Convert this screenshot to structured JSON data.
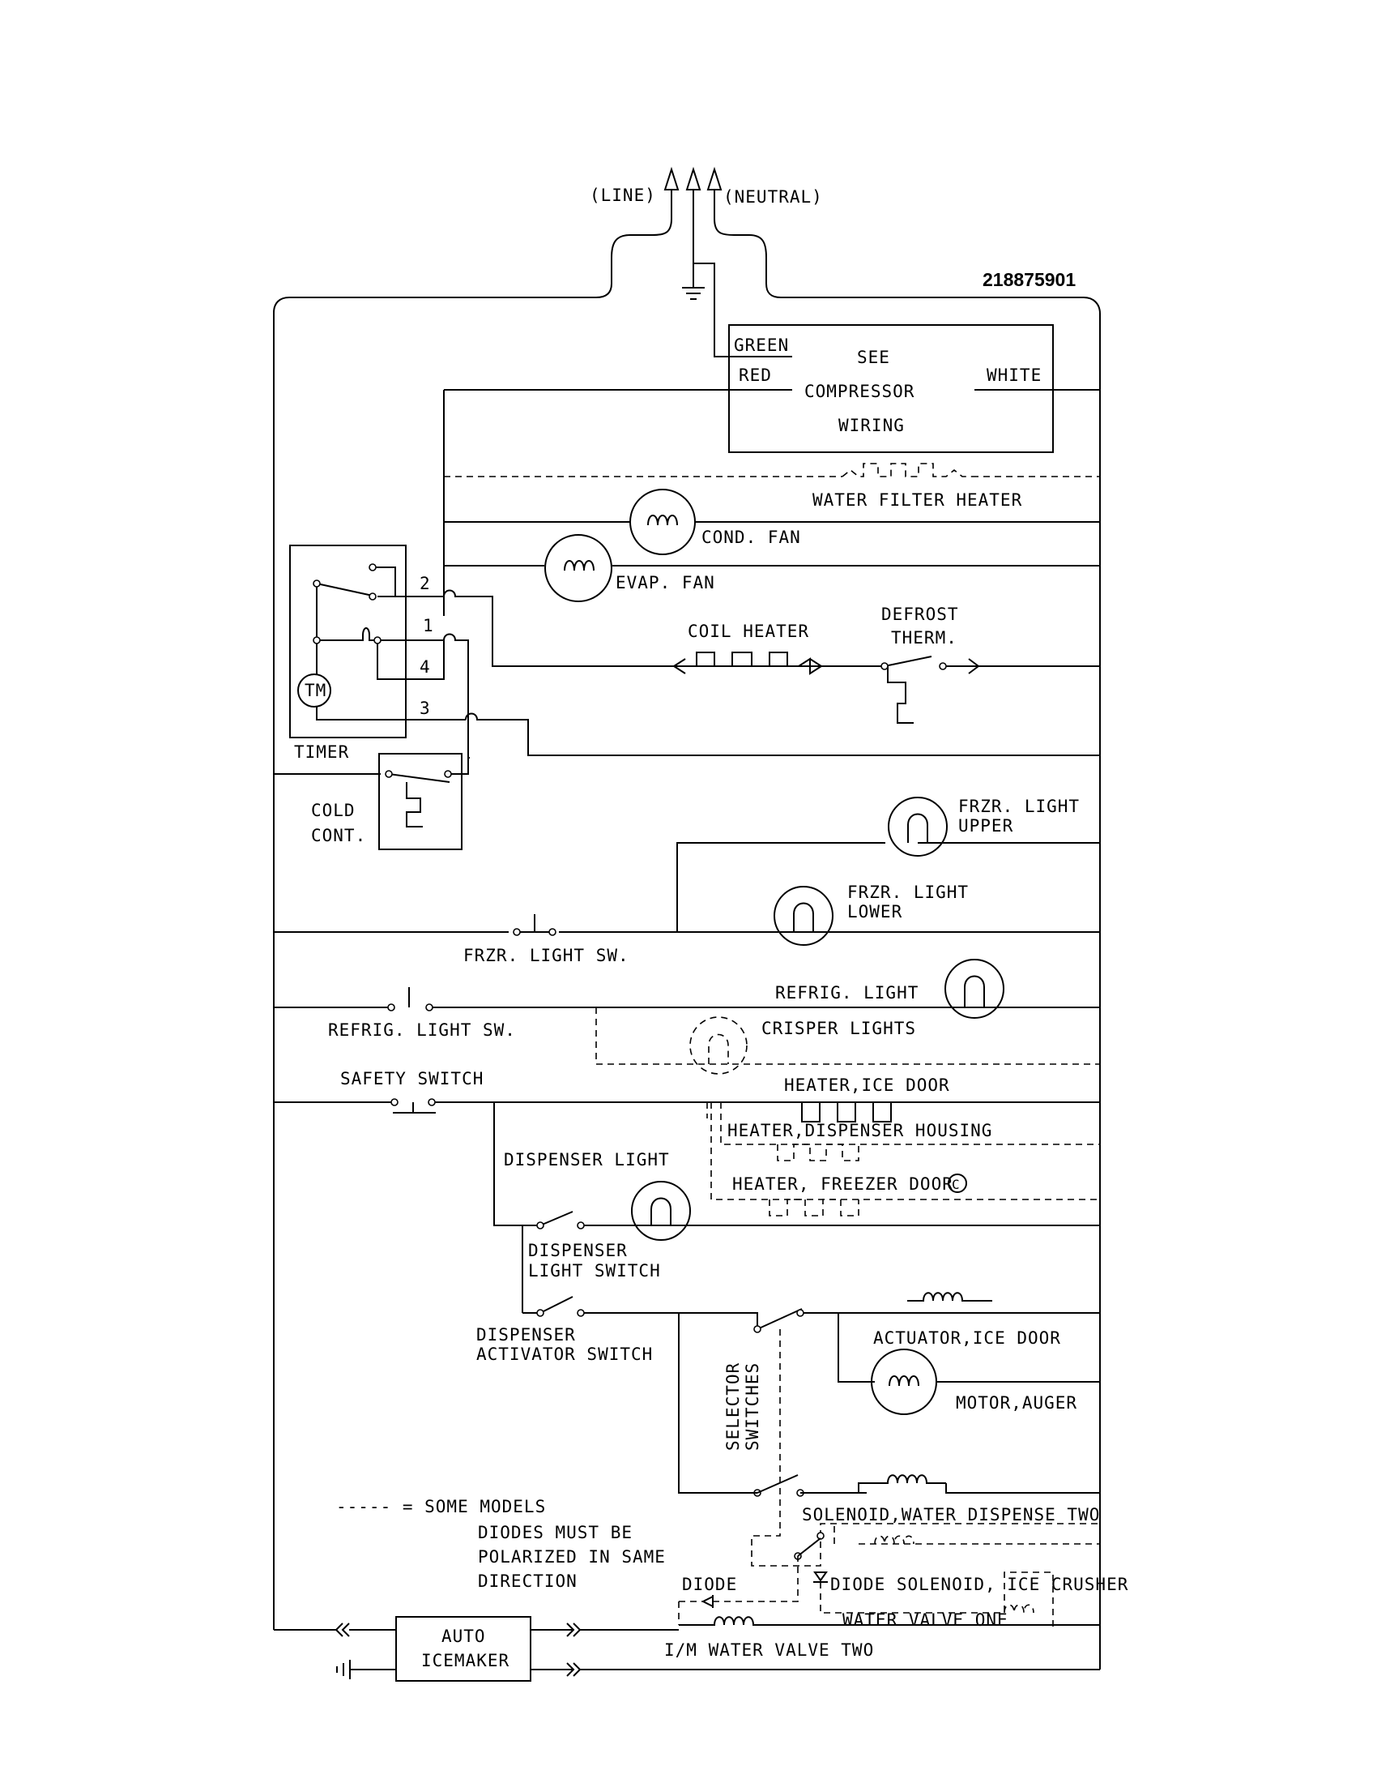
{
  "part_number": "218875901",
  "supply": {
    "line": "(LINE)",
    "neutral": "(NEUTRAL)"
  },
  "compressor": {
    "green": "GREEN",
    "red": "RED",
    "white": "WHITE",
    "see": "SEE",
    "compressor": "COMPRESSOR",
    "wiring": "WIRING"
  },
  "components": {
    "water_filter_heater": "WATER FILTER HEATER",
    "cond_fan": "COND. FAN",
    "evap_fan": "EVAP. FAN",
    "coil_heater": "COIL HEATER",
    "defrost_therm_1": "DEFROST",
    "defrost_therm_2": "THERM.",
    "timer": "TIMER",
    "timer_motor": "TM",
    "cold_cont_1": "COLD",
    "cold_cont_2": "CONT.",
    "frzr_light_upper_1": "FRZR. LIGHT",
    "frzr_light_upper_2": "UPPER",
    "frzr_light_lower_1": "FRZR. LIGHT",
    "frzr_light_lower_2": "LOWER",
    "frzr_light_sw": "FRZR. LIGHT SW.",
    "refrig_light": "REFRIG. LIGHT",
    "refrig_light_sw": "REFRIG. LIGHT SW.",
    "crisper_lights": "CRISPER LIGHTS",
    "safety_switch": "SAFETY SWITCH",
    "heater_ice_door": "HEATER,ICE DOOR",
    "heater_dispenser_housing": "HEATER,DISPENSER HOUSING",
    "heater_freezer_door": "HEATER, FREEZER DOOR",
    "copyright_c": "C",
    "dispenser_light": "DISPENSER LIGHT",
    "dispenser_light_switch_1": "DISPENSER",
    "dispenser_light_switch_2": "LIGHT SWITCH",
    "dispenser_activator_1": "DISPENSER",
    "dispenser_activator_2": "ACTIVATOR SWITCH",
    "selector_1": "SELECTOR",
    "selector_2": "SWITCHES",
    "actuator_ice_door": "ACTUATOR,ICE DOOR",
    "motor_auger": "MOTOR,AUGER",
    "solenoid_water_dispense_two": "SOLENOID,WATER DISPENSE TWO",
    "diode": "DIODE",
    "diode_solenoid_ice_crusher": "DIODE SOLENOID, ICE CRUSHER",
    "water_valve_one": "WATER VALVE ONE",
    "im_water_valve_two": "I/M WATER VALVE TWO",
    "auto_1": "AUTO",
    "auto_2": "ICEMAKER"
  },
  "timer_terminals": {
    "t1": "1",
    "t2": "2",
    "t3": "3",
    "t4": "4"
  },
  "notes": {
    "some_models": "----- = SOME MODELS",
    "diodes_1": "DIODES MUST BE",
    "diodes_2": "POLARIZED IN SAME",
    "diodes_3": "DIRECTION"
  }
}
